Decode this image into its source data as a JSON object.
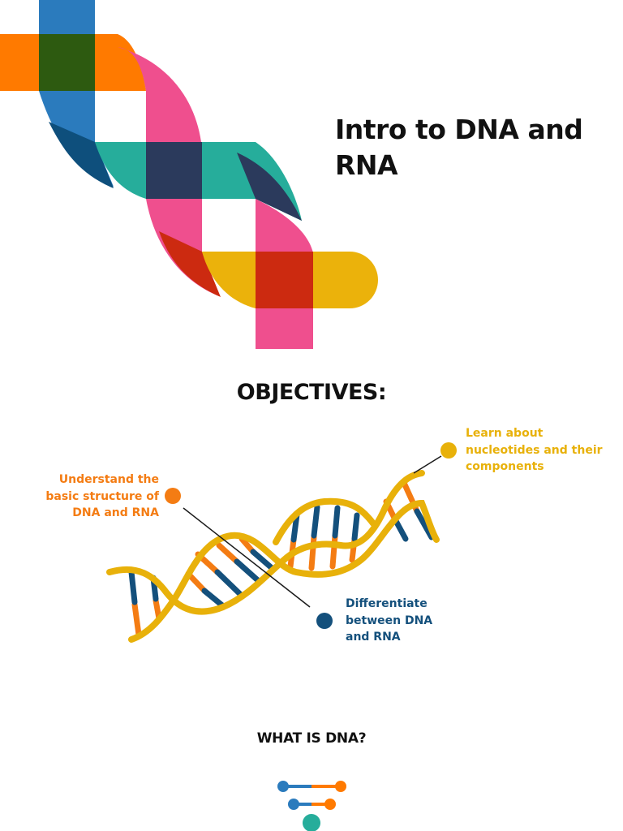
{
  "title": "Intro to DNA and RNA",
  "objectives": {
    "heading": "OBJECTIVES:",
    "items": [
      {
        "text": "Understand the basic structure of DNA and RNA",
        "color": "#f47c13"
      },
      {
        "text": "Learn about nucleotides and their components",
        "color": "#e8b10a"
      },
      {
        "text": "Differentiate between DNA and RNA",
        "color": "#14507c"
      }
    ]
  },
  "section_heading": "WHAT IS DNA?",
  "colors": {
    "blue": "#2b7bbd",
    "orange": "#ff7a00",
    "pink": "#ef4f8e",
    "teal": "#26ad9b",
    "navy": "#2b3a5c",
    "red": "#cc2a10",
    "yellow": "#ebb20b",
    "dark_green": "#2d5a10",
    "dark_blue": "#0e4f7c",
    "helix_gold": "#e8b10a",
    "rung_blue": "#14507c",
    "rung_orange": "#f47c13"
  }
}
